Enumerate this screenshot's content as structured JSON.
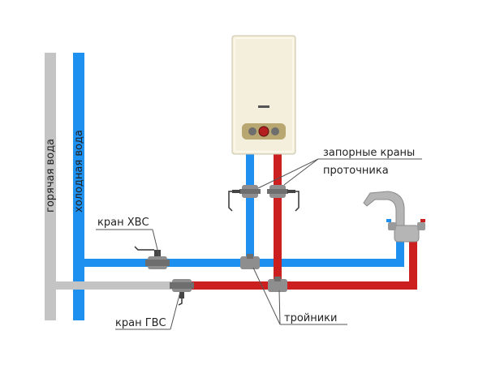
{
  "labels": {
    "hot_riser": "горячая вода",
    "cold_riser": "холодная вода",
    "cold_valve": "кран ХВС",
    "hot_valve": "кран ГВС",
    "shutoff_line1": "запорные краны",
    "shutoff_line2": "проточника",
    "tees": "тройники"
  },
  "colors": {
    "cold": "#1e90ef",
    "hot": "#cc1f1f",
    "riser_hot": "#c4c4c4",
    "heater_body": "#f3efdc",
    "valve": "#8e8e8e",
    "faucet": "#b5b5b5",
    "leader": "#555555",
    "text": "#222222"
  },
  "icons": {
    "heater": "gas-water-heater-icon",
    "faucet": "mixer-faucet-icon",
    "valve": "ball-valve-icon",
    "tee": "tee-fitting-icon"
  }
}
